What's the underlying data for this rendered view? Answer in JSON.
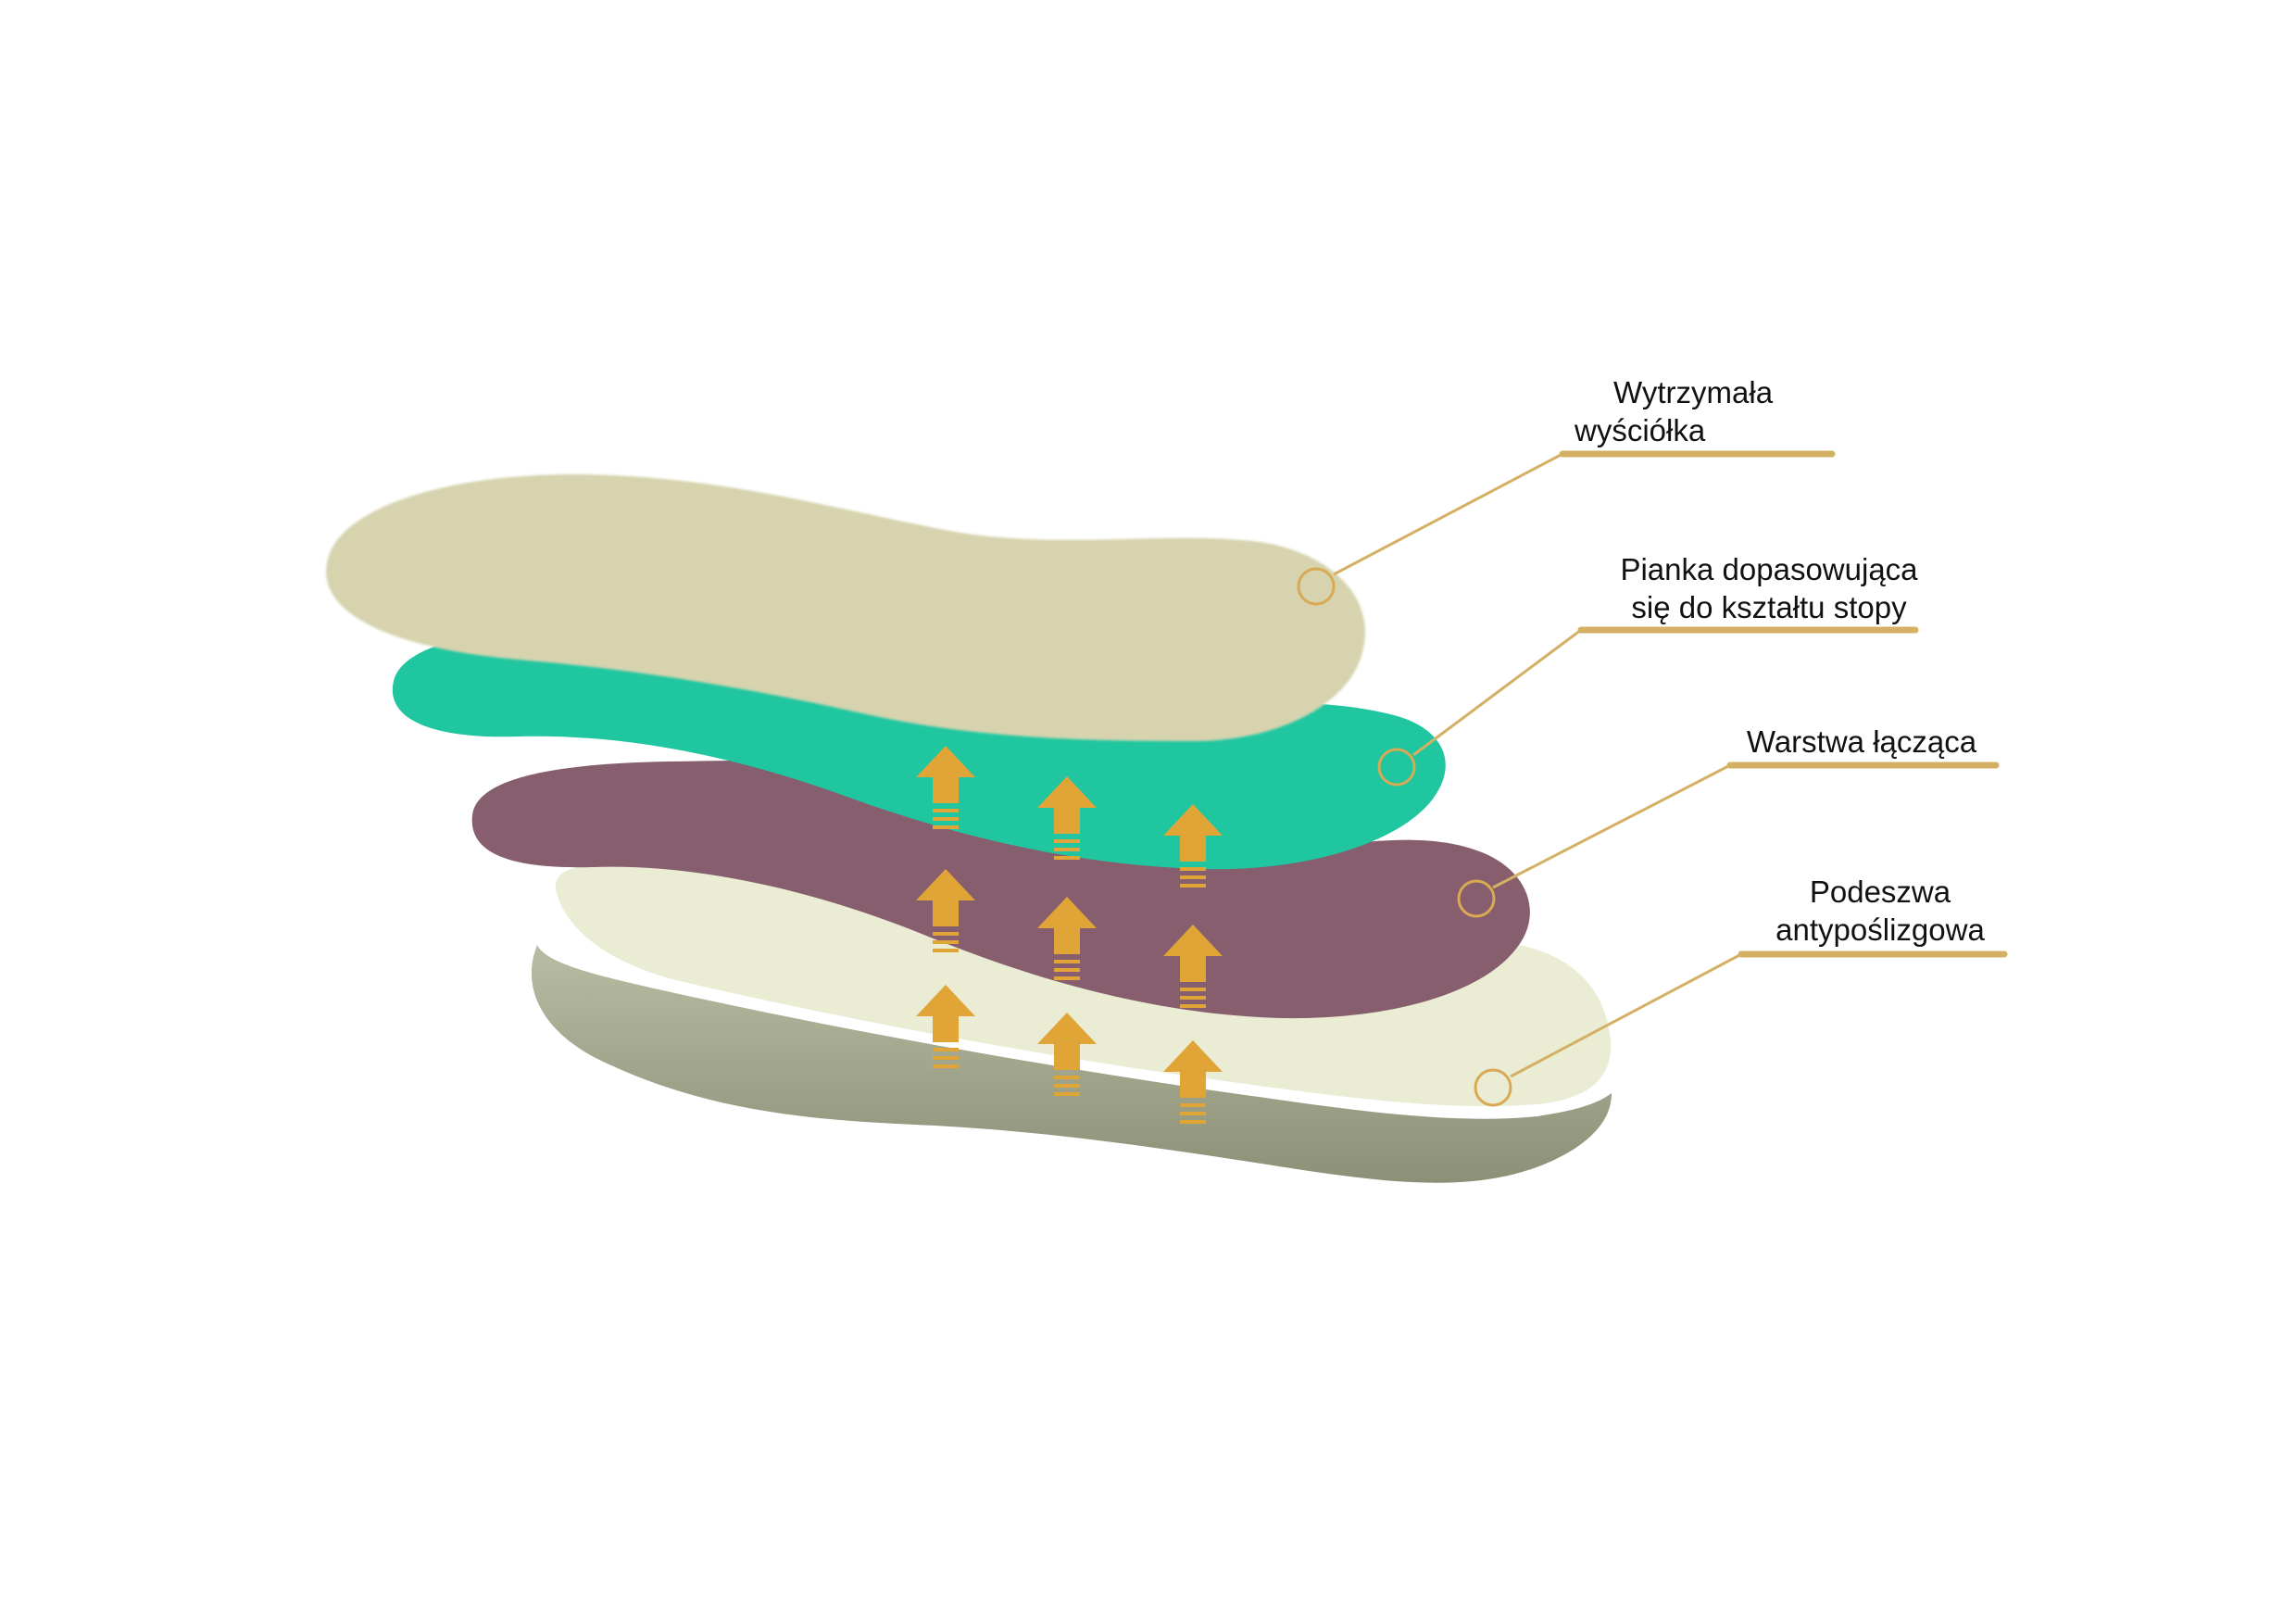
{
  "labels": {
    "liner": {
      "line1": "Wytrzymała",
      "line2": "wyściółka"
    },
    "foam": {
      "line1": "Pianka dopasowująca",
      "line2": "się do kształtu stopy"
    },
    "bonding": {
      "line1": "Warstwa łącząca"
    },
    "sole": {
      "line1": "Podeszwa",
      "line2": "antypoślizgowa"
    }
  },
  "layers": [
    {
      "id": "liner",
      "color": "#d6d3ae"
    },
    {
      "id": "foam",
      "color": "#1fc6a0"
    },
    {
      "id": "bonding",
      "color": "#875e6e"
    },
    {
      "id": "sole",
      "color": "#eaecd4",
      "edge_color": "#9a9f86"
    }
  ],
  "colors": {
    "leader_line": "#d4b064",
    "arrow": "#e0a437",
    "marker_ring": "#d9a954"
  },
  "icons": [
    "up-arrow-icon"
  ]
}
